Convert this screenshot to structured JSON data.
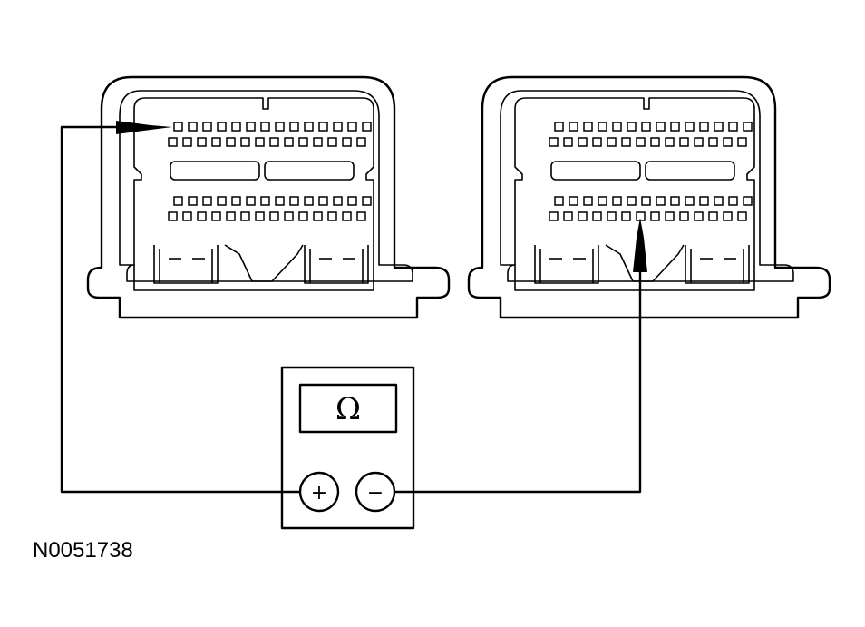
{
  "figure_id": "N0051738",
  "meter": {
    "display_symbol": "Ω",
    "positive_label": "+",
    "negative_label": "−"
  },
  "connector_pin_rows": [
    14,
    14,
    14,
    14
  ]
}
